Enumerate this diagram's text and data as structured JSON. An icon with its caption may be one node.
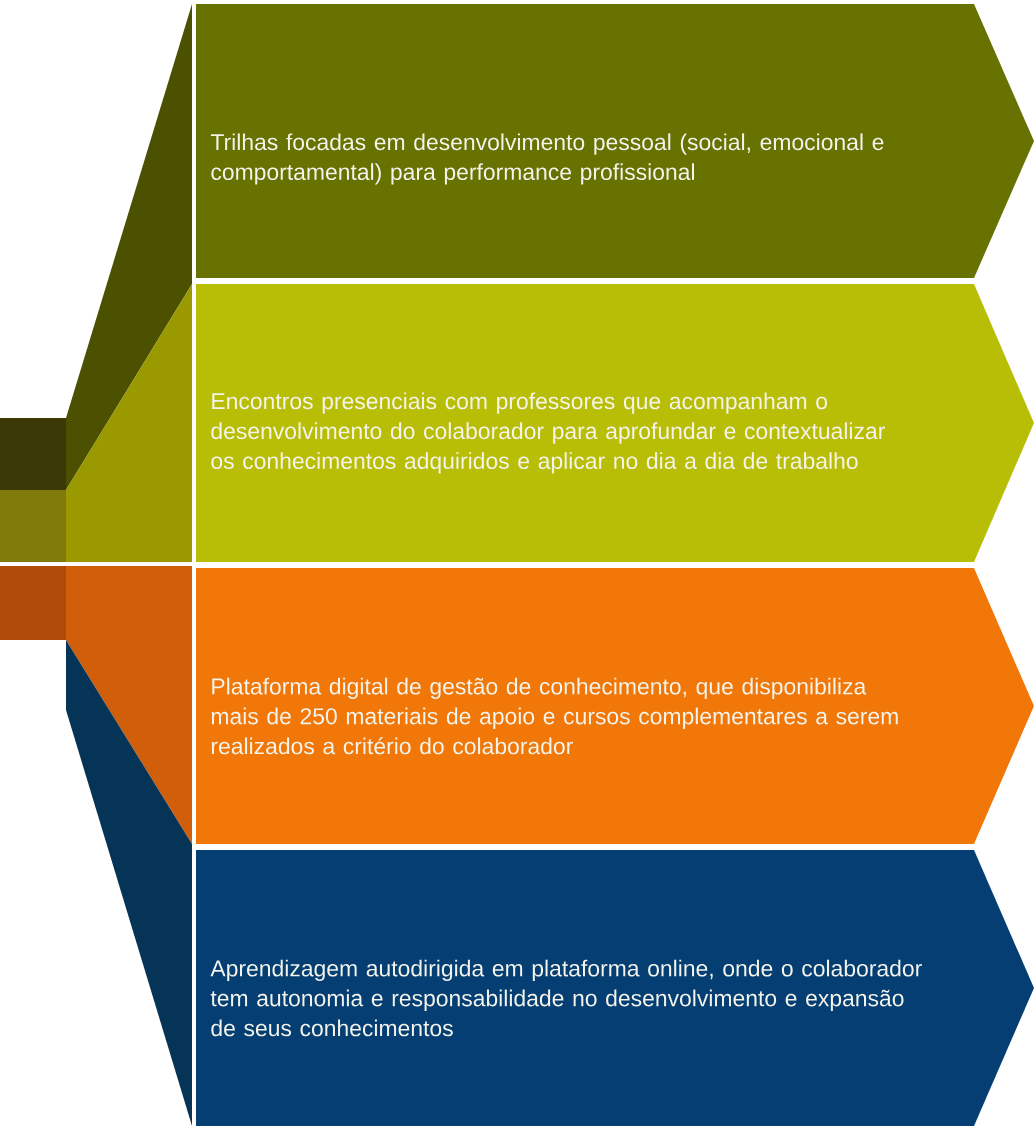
{
  "diagram": {
    "nodes": [
      {
        "text": [
          "Trilhas focadas em desenvolvimento pessoal (social, emocional e comportamental) para performance profissional"
        ]
      },
      {
        "text": [
          "Encontros presenciais com professores que acompanham o desenvolvimento do colaborador para aprofundar e contextualizar os conhecimentos adquiridos e aplicar no dia a dia de trabalho"
        ]
      },
      {
        "text": [
          "Plataforma digital de gestão de conhecimento, que disponibiliza mais de 250 materiais de apoio e cursos complementares a serem realizados a critério do colaborador"
        ]
      },
      {
        "text": [
          "Aprendizagem autodirigida em plataforma online, onde o colaborador tem autonomia e responsabilidade no desenvolvimento e expansão de seus conhecimentos"
        ]
      }
    ]
  }
}
